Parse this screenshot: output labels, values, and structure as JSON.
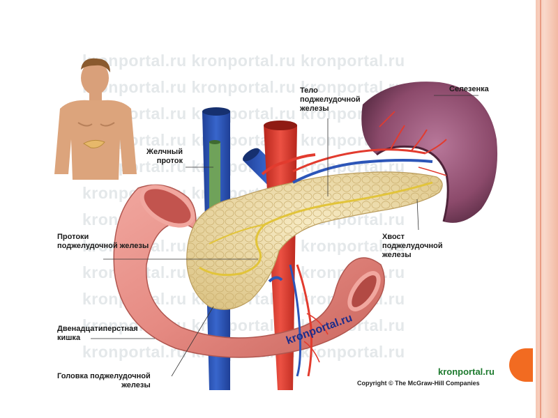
{
  "labels": {
    "spleen": "Селезенка",
    "body": "Тело\nподжелудочной\nжелезы",
    "bile_duct": "Желчный\nпроток",
    "ducts": "Протоки\nподжелудочной железы",
    "tail": "Хвост\nподжелудочной\nжелезы",
    "duodenum": "Двенадцатиперстная\nкишка",
    "head": "Головка поджелудочной\nжелезы"
  },
  "watermark": "kronportal.ru kronportal.ru kronportal.ru",
  "stamp": "kronportal.ru",
  "brand": "kronportal.ru",
  "copyright": "Copyright © The McGraw-Hill Companies",
  "colors": {
    "accent_orange": "#f26b21",
    "border_peach": "#f6c7b4",
    "artery_red": "#e23b2e",
    "vein_blue": "#2c55b8",
    "pancreas": "#efdca8",
    "duodenum": "#e58a82",
    "spleen": "#8c4a6b",
    "bile_duct_green": "#6fa25a"
  }
}
